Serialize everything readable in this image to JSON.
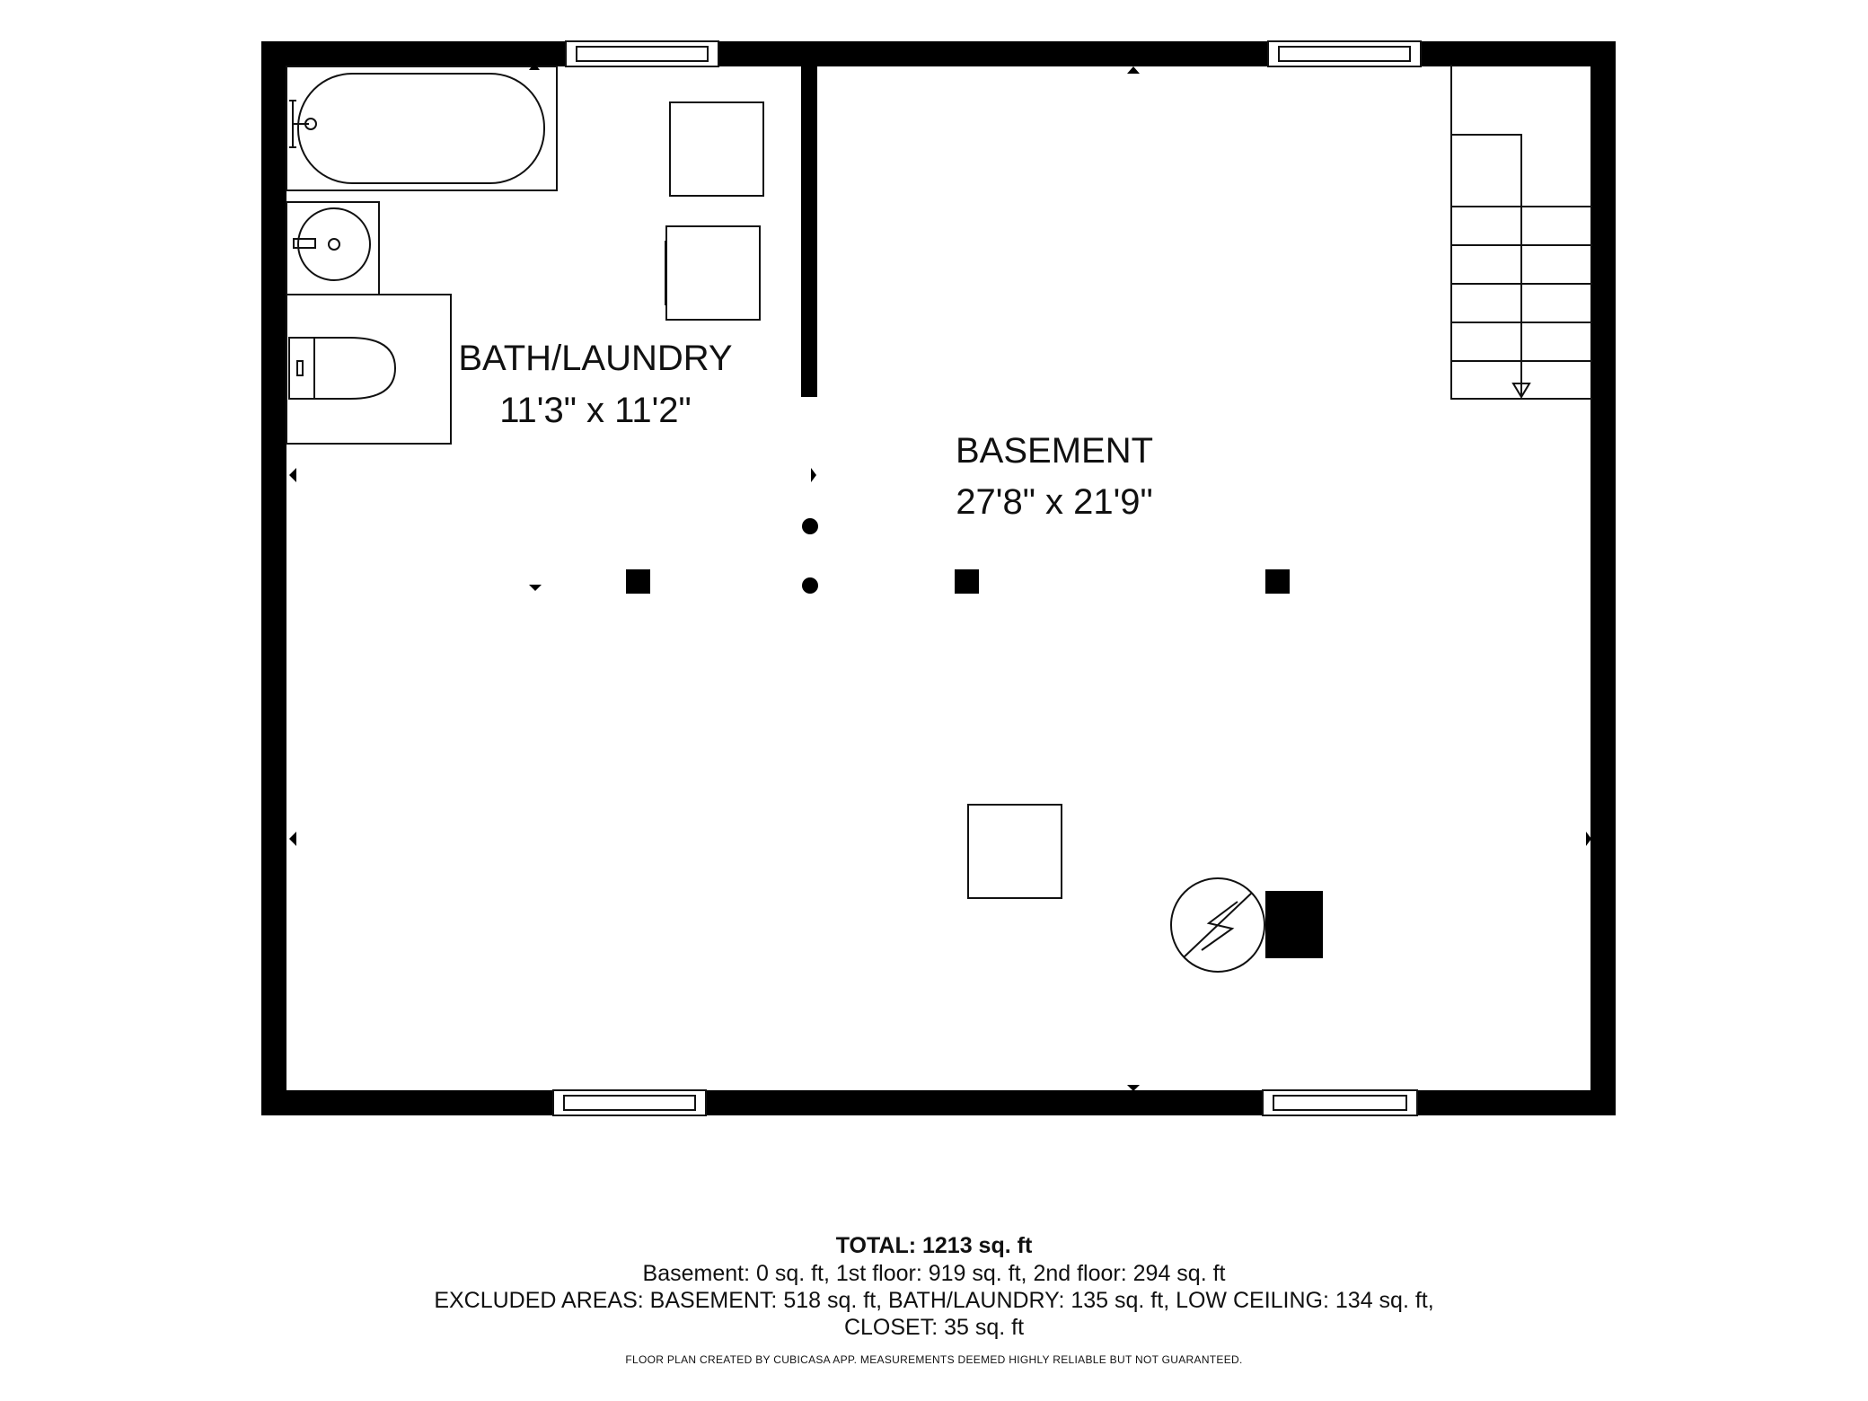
{
  "rooms": [
    {
      "name": "BATH/LAUNDRY",
      "dimensions": "11'3\" x 11'2\""
    },
    {
      "name": "BASEMENT",
      "dimensions": "27'8\" x 21'9\""
    }
  ],
  "summary": {
    "total": "TOTAL: 1213 sq. ft",
    "breakdown": "Basement: 0 sq. ft, 1st floor: 919 sq. ft, 2nd floor: 294 sq. ft",
    "excluded_line1": "EXCLUDED AREAS: BASEMENT: 518 sq. ft, BATH/LAUNDRY: 135 sq. ft, LOW CEILING: 134 sq. ft,",
    "excluded_line2": "CLOSET: 35 sq. ft",
    "disclaimer": "FLOOR PLAN CREATED BY CUBICASA APP. MEASUREMENTS DEEMED HIGHLY RELIABLE BUT NOT GUARANTEED."
  },
  "colors": {
    "wall": "#000000",
    "line": "#111111",
    "background": "#ffffff"
  }
}
